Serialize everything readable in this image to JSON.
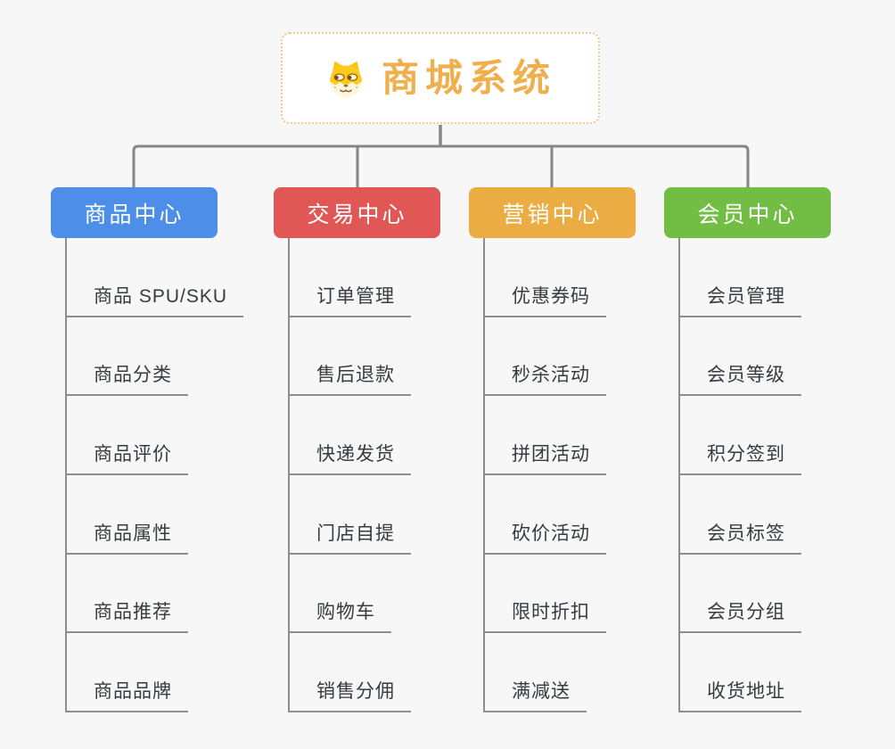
{
  "root": {
    "title": "商城系统",
    "icon": "dog-face-icon"
  },
  "colors": {
    "background": "#F7F7F7",
    "connector": "#868686",
    "underline": "#8E8E8E",
    "root_text": "#F0AF4D",
    "root_border": "#F3C888",
    "branch_text": "#FFFFFF",
    "leaf_text": "#363B40",
    "branch_product": "#4D8EE8",
    "branch_trade": "#E15755",
    "branch_marketing": "#EBAD43",
    "branch_member": "#72BE44"
  },
  "branches": [
    {
      "label": "商品中心",
      "color": "#4D8EE8",
      "children": [
        "商品 SPU/SKU",
        "商品分类",
        "商品评价",
        "商品属性",
        "商品推荐",
        "商品品牌"
      ]
    },
    {
      "label": "交易中心",
      "color": "#E15755",
      "children": [
        "订单管理",
        "售后退款",
        "快递发货",
        "门店自提",
        "购物车",
        "销售分佣"
      ]
    },
    {
      "label": "营销中心",
      "color": "#EBAD43",
      "children": [
        "优惠券码",
        "秒杀活动",
        "拼团活动",
        "砍价活动",
        "限时折扣",
        "满减送"
      ]
    },
    {
      "label": "会员中心",
      "color": "#72BE44",
      "children": [
        "会员管理",
        "会员等级",
        "积分签到",
        "会员标签",
        "会员分组",
        "收货地址"
      ]
    }
  ]
}
